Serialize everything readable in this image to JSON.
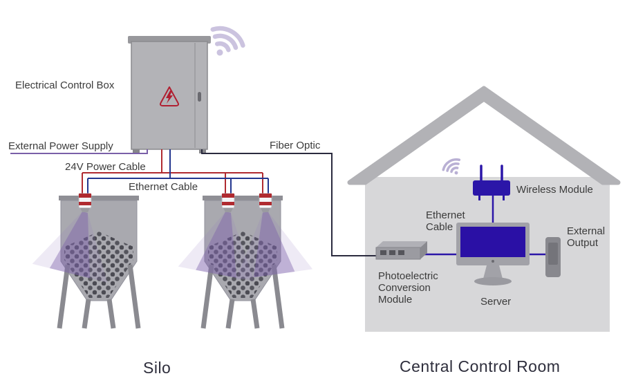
{
  "labels": {
    "electrical_control_box": "Electrical Control Box",
    "external_power_supply": "External Power Supply",
    "power_cable_24v": "24V Power Cable",
    "ethernet_cable_silo": "Ethernet Cable",
    "fiber_optic": "Fiber Optic",
    "wireless_module": "Wireless Module",
    "ethernet_room_1": "Ethernet",
    "ethernet_room_2": "Cable",
    "photoelectric_1": "Photoelectric",
    "photoelectric_2": "Conversion",
    "photoelectric_3": "Module",
    "server": "Server",
    "external_output_1": "External",
    "external_output_2": "Output"
  },
  "captions": {
    "left": "Silo",
    "right": "Central Control Room"
  },
  "icons": {
    "silo_signal": "wireless-signal-icon",
    "room_signal": "wireless-signal-icon",
    "control_box_warning": "high-voltage-warning-icon"
  },
  "colors": {
    "accent_indigo": "#2b16a8",
    "screen_indigo": "#2a10a5",
    "cable_red": "#b02a30",
    "cable_blue": "#23368f",
    "cable_purple": "#7a5fa8",
    "fiber_dark": "#2a2a3e",
    "device_gray": "#a9a9af",
    "house_wall_gray": "#d7d7d9",
    "house_roof_gray": "#b2b2b6",
    "signal_lavender": "#cbc3df",
    "label_text": "#3b3b3b",
    "caption_text": "#2e2e3c"
  }
}
